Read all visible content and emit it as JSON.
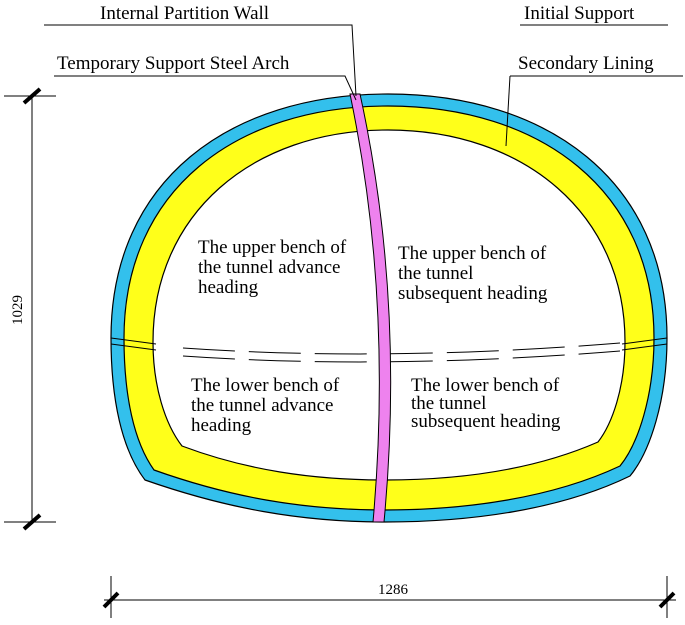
{
  "labels": {
    "internal_partition_wall": "Internal Partition Wall",
    "temporary_support_steel_arch": "Temporary Support Steel Arch",
    "initial_support": "Initial Support",
    "secondary_lining": "Secondary Lining"
  },
  "regions": {
    "upper_advance": [
      "The upper bench of",
      "the tunnel advance",
      "heading"
    ],
    "upper_subsequent": [
      "The upper bench of",
      "the tunnel",
      "subsequent heading"
    ],
    "lower_advance": [
      "The lower bench of",
      "the tunnel advance",
      "heading"
    ],
    "lower_subsequent": [
      "The lower bench of",
      "the tunnel",
      "subsequent heading"
    ]
  },
  "dimensions": {
    "height": "1029",
    "width": "1286"
  },
  "colors": {
    "initial_support": "#33c0ec",
    "secondary_lining": "#ffff1a",
    "partition_wall": "#ee82ee",
    "outline": "#000000"
  }
}
